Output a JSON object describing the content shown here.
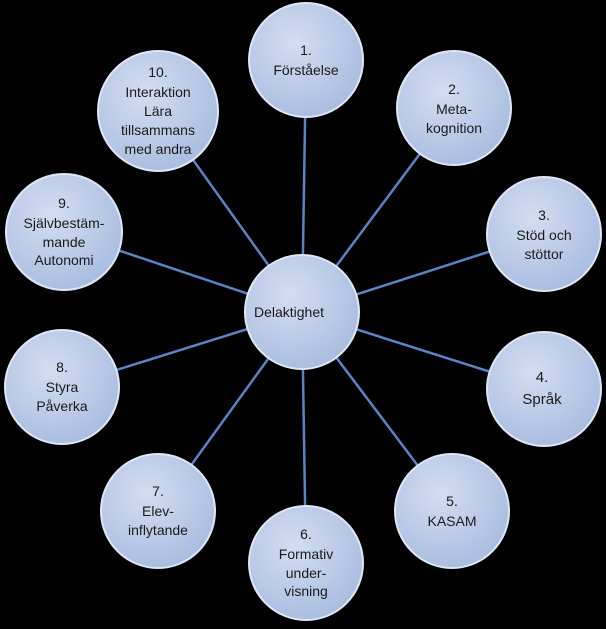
{
  "center": {
    "label": "Delaktighet"
  },
  "nodes": [
    {
      "number": "1.",
      "lines": [
        "Förståelse"
      ]
    },
    {
      "number": "2.",
      "lines": [
        "Meta-",
        "kognition"
      ]
    },
    {
      "number": "3.",
      "lines": [
        "Stöd och",
        "stöttor"
      ]
    },
    {
      "number": "4.",
      "lines": [
        "Språk"
      ]
    },
    {
      "number": "5.",
      "lines": [
        "KASAM"
      ]
    },
    {
      "number": "6.",
      "lines": [
        "Formativ",
        "under-",
        "visning"
      ]
    },
    {
      "number": "7.",
      "lines": [
        "Elev-",
        "inflytande"
      ]
    },
    {
      "number": "8.",
      "lines": [
        "Styra",
        "Påverka"
      ]
    },
    {
      "number": "9.",
      "lines": [
        "Självbestäm-",
        "mande",
        "Autonomi"
      ]
    },
    {
      "number": "10.",
      "lines": [
        "Interaktion",
        "Lära",
        "tillsammans",
        "med andra"
      ]
    }
  ],
  "colors": {
    "background": "#000000",
    "node_fill_light": "#c9d6ee",
    "node_fill_dark": "#a3b8df",
    "node_stroke": "#dfe7f6",
    "connector": "#5b82c5",
    "text": "#1a1a1a"
  }
}
